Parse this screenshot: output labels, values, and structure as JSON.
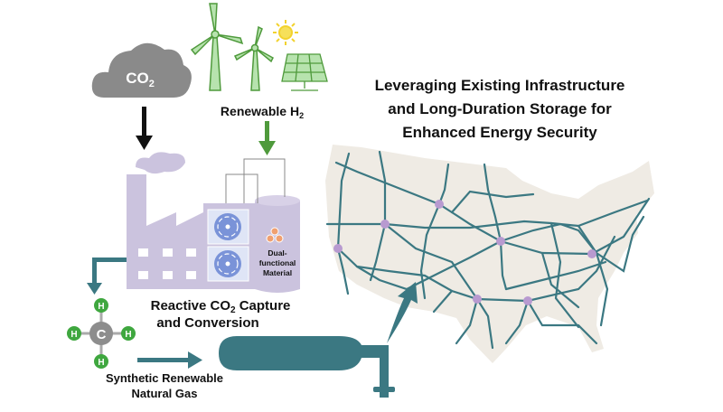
{
  "title": {
    "line1": "Leveraging Existing Infrastructure",
    "line2": "and Long-Duration Storage for",
    "line3": "Enhanced Energy Security"
  },
  "co2_cloud": {
    "main": "CO",
    "sub": "2"
  },
  "renewable_h2": {
    "main": "Renewable H",
    "sub": "2"
  },
  "capture": {
    "line1_a": "Reactive CO",
    "line1_sub": "2",
    "line1_b": " Capture",
    "line2": "and Conversion"
  },
  "material": {
    "line1": "Dual-",
    "line2": "functional",
    "line3": "Material"
  },
  "methane": {
    "carbon": "C",
    "hydrogen": "H"
  },
  "sng": {
    "line1": "Synthetic Renewable",
    "line2": "Natural Gas"
  },
  "colors": {
    "factory": "#cbc3de",
    "teal": "#3b7882",
    "green": "#4f9a3c",
    "map": "#efebe4",
    "node": "#b89ad0",
    "cloud": "#8a8a8a"
  }
}
